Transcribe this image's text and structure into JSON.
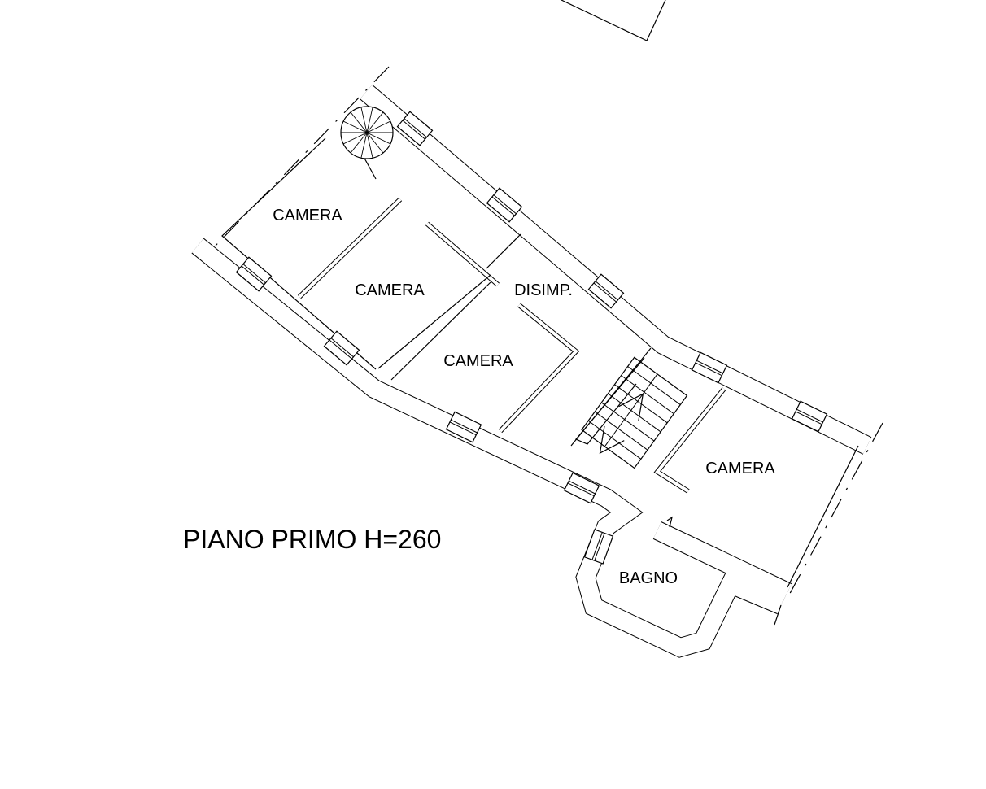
{
  "plan": {
    "title": "PIANO PRIMO H=260",
    "rooms": [
      {
        "label": "CAMERA"
      },
      {
        "label": "CAMERA"
      },
      {
        "label": "CAMERA"
      },
      {
        "label": "DISIMP."
      },
      {
        "label": "CAMERA"
      },
      {
        "label": "BAGNO"
      }
    ]
  }
}
